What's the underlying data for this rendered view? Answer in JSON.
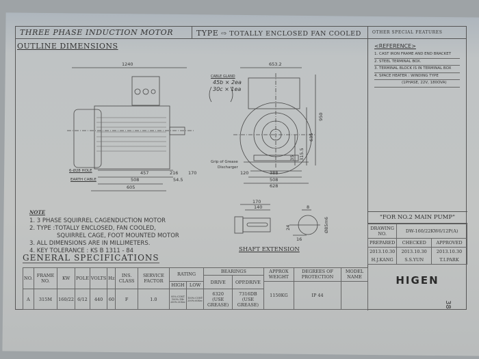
{
  "header": {
    "title": "THREE PHASE INDUCTION MOTOR",
    "type_label": "TYPE",
    "type_arrow": "⇨",
    "type_value": "TOTALLY ENCLOSED FAN COOLED",
    "other_features": "OTHER SPECIAL FEATURES"
  },
  "outline": {
    "heading": "OUTLINE DIMENSIONS"
  },
  "reference": {
    "heading": "<REFERENCE>",
    "items": [
      "1. CAST IRON FRAME AND END BRACKET",
      "2. STEEL TERMINAL BOX.",
      "3. TERMINAL BLOCK IS IN TERMINAL BOX",
      "4. SPACE HEATER : WINDING TYPE",
      "(1PHASE, 22V, 180OVA)"
    ]
  },
  "side_view": {
    "overall": "1240",
    "hole": "6-Ø28 HOLE",
    "earth": "EARTH CABLE",
    "d457": "457",
    "d216": "216",
    "d170": "170",
    "d508": "508",
    "d545": "54.5",
    "d605": "605"
  },
  "front_view": {
    "width": "653.2",
    "gland_label": "CABLE GLAND",
    "gland_1": "45b × 2ea",
    "gland_2": "30c × 1ea",
    "grease_1": "Grip of Grease",
    "grease_2": "Discharger",
    "h950": "950",
    "h635": "635",
    "h3155": "315.5",
    "h35": "35",
    "d120": "120",
    "d388": "388",
    "d508": "508",
    "d628": "628"
  },
  "shaft": {
    "d170": "170",
    "d140": "140",
    "d8": "8",
    "d24": "24",
    "d16": "16",
    "dia": "Ø85m6",
    "caption": "SHAFT EXTENSION"
  },
  "note": {
    "heading": "NOTE",
    "lines": [
      "1. 3 PHASE SQUIRREL CAGENDUCTION MOTOR",
      "2. TYPE :TOTALLY ENCLOSED, FAN COOLED,",
      "SQUIRREL CAGE, FOOT MOUNTED MOTOR",
      "3. ALL DIMENSIONS ARE IN MILLIMETERS.",
      "4. KEY TOLERANCE : KS B 1311 - 84"
    ]
  },
  "specs": {
    "heading": "GENERAL SPECIFICATIONS",
    "headers": {
      "no": "NO.",
      "frame": "FRAME NO.",
      "kw": "KW",
      "pole": "POLE",
      "volts": "VOLTS",
      "hz": "Hz",
      "ins": "INS. CLASS",
      "sf": "SERVICE FACTOR",
      "rating": "RATING",
      "high": "HIGH",
      "low": "LOW",
      "bearings": "BEARINGS",
      "drive": "DRIVE",
      "opp": "OPP.DRIVE",
      "weight": "APPROX WEIGHT",
      "protection": "DEGREES OF PROTECTION",
      "model": "MODEL NAME"
    },
    "row": {
      "no": "A",
      "frame": "315M",
      "kw": "160/22",
      "pole": "6/12",
      "volts": "440",
      "hz": "60",
      "ins": "F",
      "sf": "1.0",
      "high": "95%:CONT 100%:1Hr 200%:30Sec",
      "low": "100%:CONT 200%:60Sec",
      "drive": "6320",
      "drive_note": "(USE GREASE)",
      "opp": "7316DB",
      "opp_note": "(USE GREASE)",
      "weight": "1150KG",
      "protection": "IP 44",
      "model": ""
    }
  },
  "titleblock": {
    "purpose": "\"FOR NO.2 MAIN PUMP\"",
    "drawing_label": "DRAWING NO.",
    "drawing_no": "DW-160/22KW6/12P(A)",
    "prepared": "PREPARED",
    "checked": "CHECKED",
    "approved": "APPROVED",
    "date1": "2013.10.30",
    "date2": "2013.10.30",
    "date3": "2013.10.30",
    "name1": "H.J.KANG",
    "name2": "S.S.YUN",
    "name3": "T.I.PARK",
    "logo": "HIGEN"
  },
  "page_number": "38"
}
